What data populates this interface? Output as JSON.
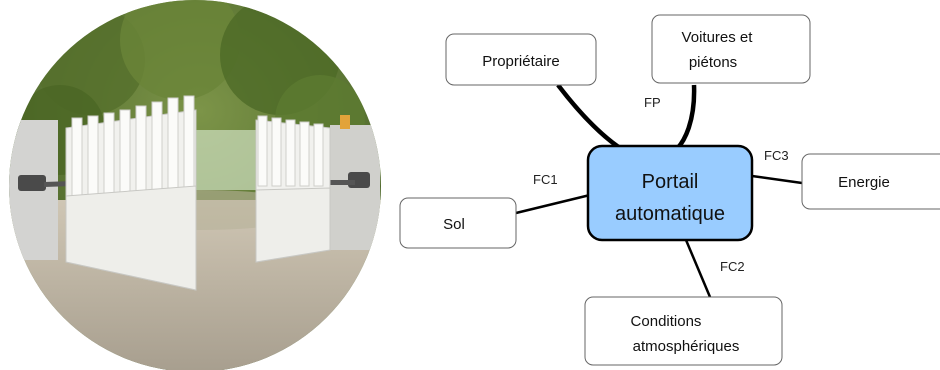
{
  "photo": {
    "subject": "portail-battant-blanc",
    "colors": {
      "foliage": "#5f7a35",
      "gate": "#f2f2ef",
      "pillar": "#d6d6d6",
      "gravel": "#b7ae9e",
      "sky": "#d9e4d1"
    }
  },
  "diagram": {
    "center": {
      "line1": "Portail",
      "line2": "automatique",
      "fill": "#99ccff",
      "stroke": "#000000"
    },
    "nodes": {
      "proprietaire": {
        "label": "Propriétaire"
      },
      "voitures": {
        "line1": "Voitures et",
        "line2": "piétons"
      },
      "energie": {
        "label": "Energie"
      },
      "sol": {
        "label": "Sol"
      },
      "conditions": {
        "line1": "Conditions",
        "line2": "atmosphériques"
      }
    },
    "links": {
      "fp": "FP",
      "fc1": "FC1",
      "fc2": "FC2",
      "fc3": "FC3"
    }
  }
}
